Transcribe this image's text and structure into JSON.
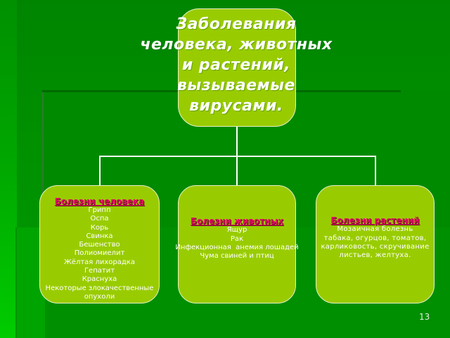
{
  "slide": {
    "title": "Заболевания\nчеловека, животных\nи растений,\nвызываемые\nвирусами.",
    "page_number": "13",
    "colors": {
      "background": "#009000",
      "box_fill": "#99cc00",
      "box_border": "#e6f0c8",
      "heading": "#e0115f",
      "text": "#ffffff",
      "connector": "#ffffff"
    }
  },
  "categories": [
    {
      "heading": "Болезни человека",
      "items": [
        "Грипп",
        "Оспа",
        "Корь",
        "Свинка",
        "Бешенство",
        "Полиомиелит",
        "Жёлтая лихорадка",
        "Гепатит",
        "Краснуха",
        "Некоторые злокачественные",
        "опухоли"
      ]
    },
    {
      "heading": "Болезни животных",
      "items": [
        "Ящур",
        "Рак",
        "Инфекционная  анемия лошадей",
        "Чума свиней и птиц"
      ]
    },
    {
      "heading": "Болезни растений",
      "description": "Мозаичная болезнь\nтабака, огурцов, томатов,\nкарликовость, скручивание\nлистьев, желтуха."
    }
  ]
}
